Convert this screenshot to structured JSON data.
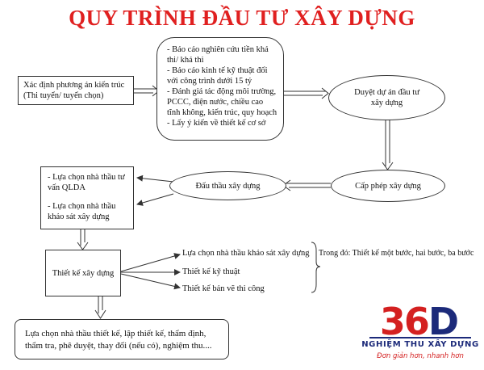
{
  "title": "QUY TRÌNH ĐẦU TƯ XÂY DỰNG",
  "nodes": {
    "xac_dinh": "Xác định phương án kiến trúc (Thi tuyển/ tuyển chọn)",
    "bao_cao": [
      "- Báo cáo nghiên cứu tiền khả thi/ khả thi",
      "- Báo cáo kinh tế kỹ thuật đối với công trình dưới 15 tỷ",
      "- Đánh giá tác động môi trường, PCCC, điện nước, chiều cao tĩnh không, kiến trúc, quy hoạch",
      "- Lấy ý kiến về thiết kế cơ sở"
    ],
    "duyet_du_an": "Duyệt dự án đầu tư xây dựng",
    "cap_phep": "Cấp phép xây dựng",
    "dau_thau": "Đấu thầu xây dựng",
    "lua_chon_tu_van": [
      "- Lựa chọn nhà thầu tư vấn QLDA",
      "- Lựa chọn nhà thầu khảo sát xây dựng"
    ],
    "thiet_ke": "Thiết kế xây dựng",
    "tk_khao_sat": "Lựa chọn nhà thầu khảo sát xây dựng",
    "tk_ky_thuat": "Thiết kế kỹ thuật",
    "tk_ban_ve": "Thiết kế bản vẽ thi công",
    "trong_do": "Trong đó: Thiết kế một bước, hai bước, ba bước",
    "cuoi": "Lựa chọn nhà thầu thiết kế, lập thiết kế, thẩm định, thẩm tra, phê duyệt, thay đổi (nếu có), nghiệm thu...."
  },
  "logo": {
    "digit_1": "3",
    "digit_2": "6",
    "digit_3": "D",
    "subtitle": "NGHIỆM THU XÂY DỰNG",
    "tagline": "Đơn giản hơn, nhanh hơn"
  },
  "colors": {
    "title": "#e02020",
    "logo_red": "#d42020",
    "logo_blue": "#1c2a7a",
    "line": "#333333"
  }
}
